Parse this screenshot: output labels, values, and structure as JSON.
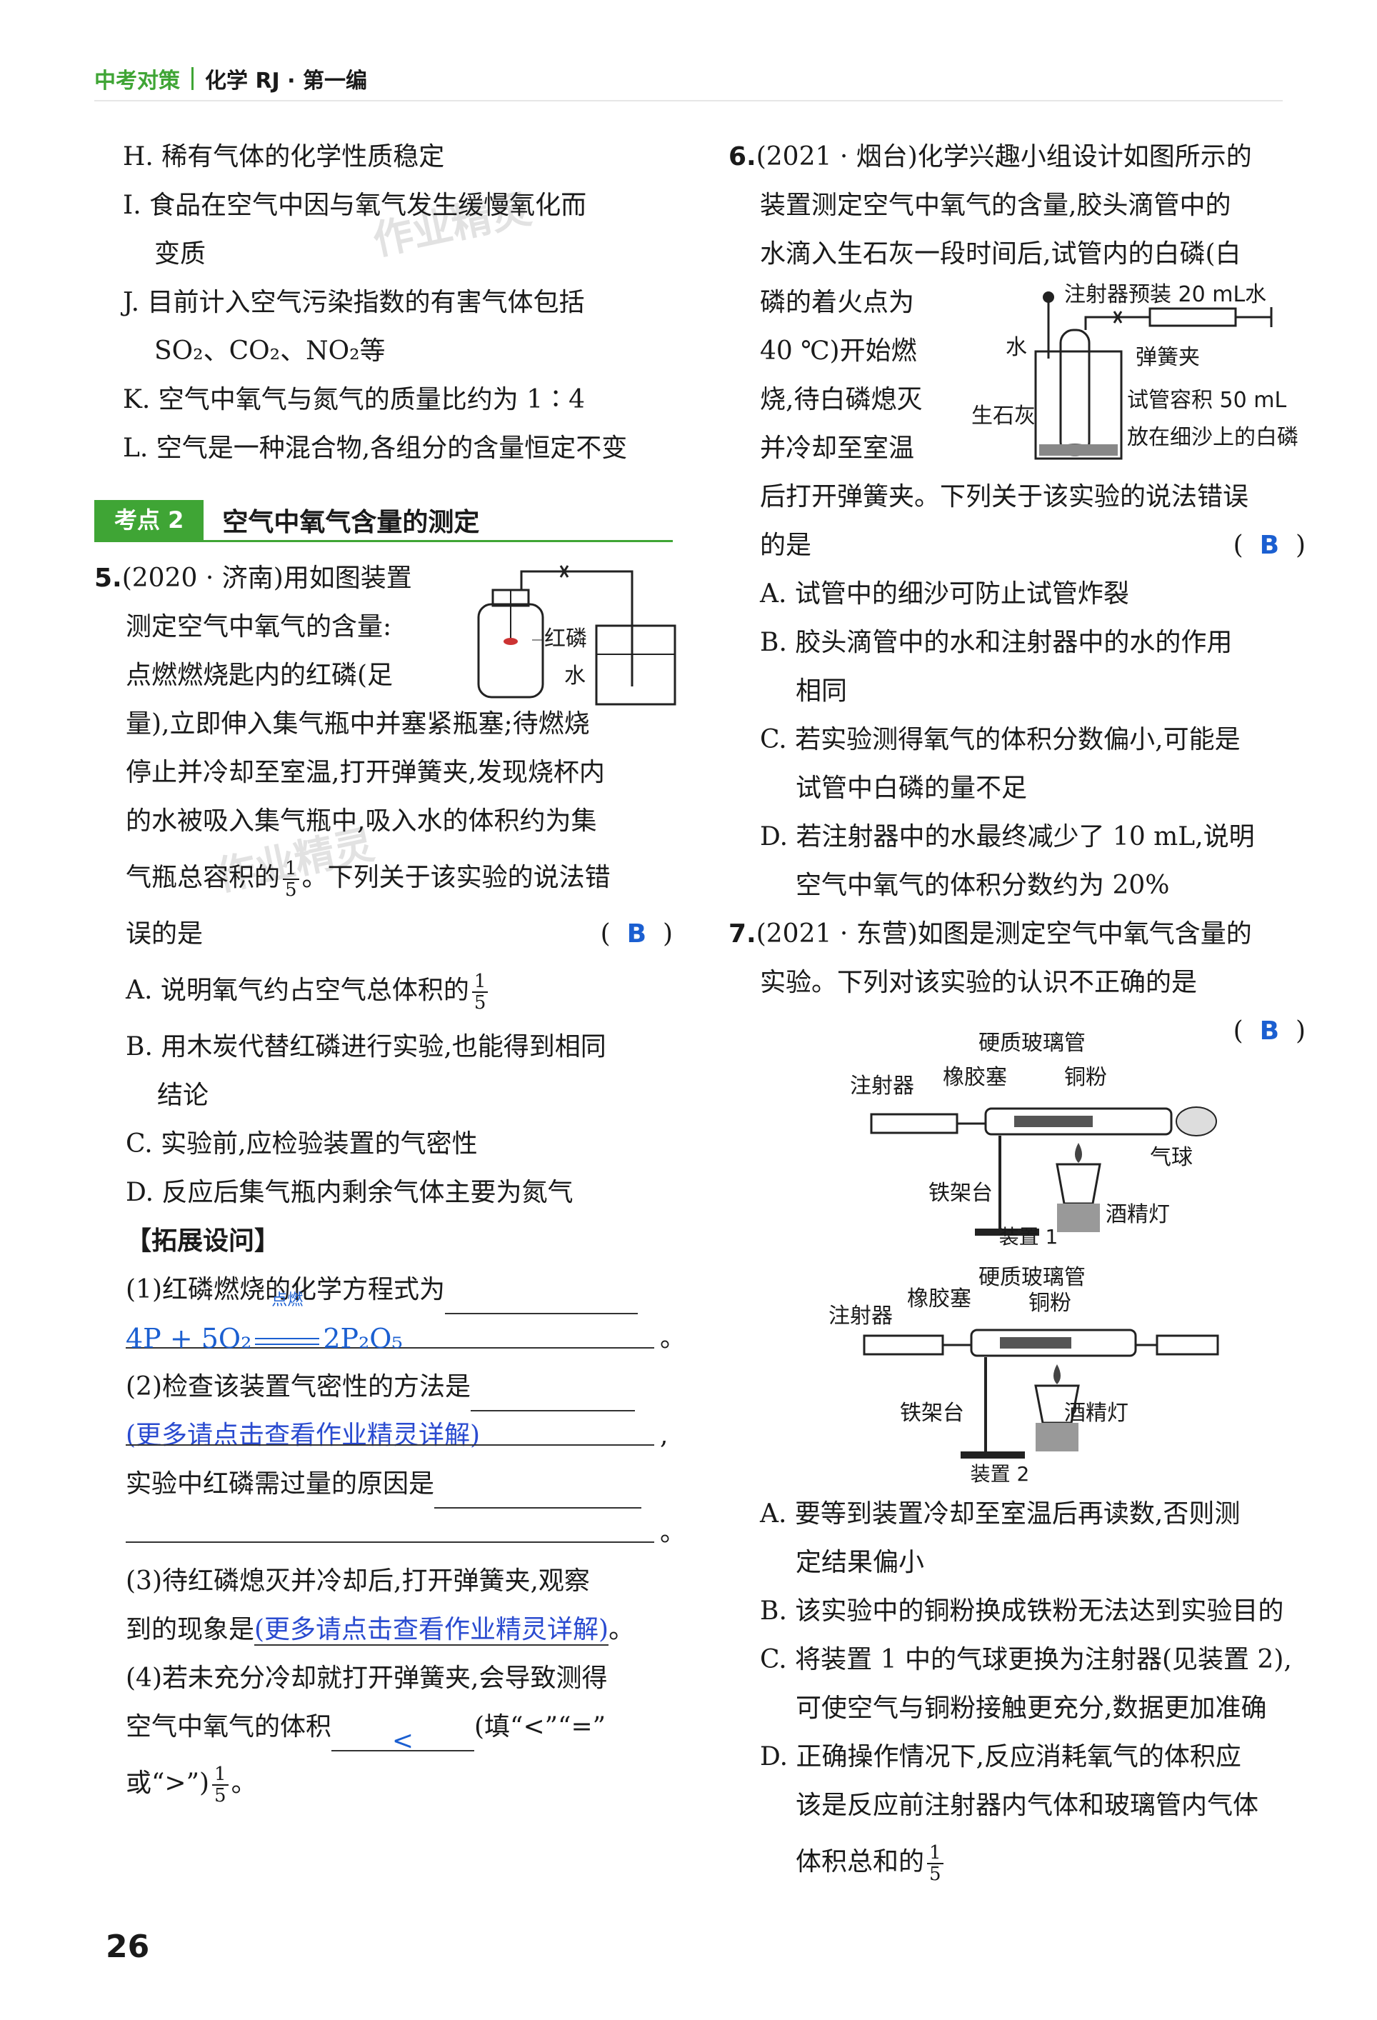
{
  "header": {
    "series": "中考对策",
    "subject": "化学 RJ · 第一编"
  },
  "page_number": "26",
  "watermark": "作业精灵",
  "left_items": {
    "h": "H. 稀有气体的化学性质稳定",
    "i1": "I. 食品在空气中因与氧气发生缓慢氧化而",
    "i2": "变质",
    "j1": "J. 目前计入空气污染指数的有害气体包括",
    "j2": "SO₂、CO₂、NO₂等",
    "k": "K. 空气中氧气与氮气的质量比约为 1∶4",
    "l": "L. 空气是一种混合物,各组分的含量恒定不变"
  },
  "section": {
    "tag": "考点 2",
    "title": "空气中氧气含量的测定"
  },
  "q5": {
    "num": "5.",
    "l1": "(2020 · 济南)用如图装置",
    "l2": "测定空气中氧气的含量:",
    "l3": "点燃燃烧匙内的红磷(足",
    "l4": "量),立即伸入集气瓶中并塞紧瓶塞;待燃烧",
    "l5": "停止并冷却至室温,打开弹簧夹,发现烧杯内",
    "l6": "的水被吸入集气瓶中,吸入水的体积约为集",
    "l7a": "气瓶总容积的",
    "l7b": "。下列关于该实验的说法错",
    "l8": "误的是",
    "answer": "B",
    "fig_red_p": "红磷",
    "fig_water": "水",
    "A": "A. 说明氧气约占空气总体积的",
    "B1": "B. 用木炭代替红磷进行实验,也能得到相同",
    "B2": "结论",
    "C": "C. 实验前,应检验装置的气密性",
    "D": "D. 反应后集气瓶内剩余气体主要为氮气",
    "ext_title": "【拓展设问】",
    "e1": "(1)红磷燃烧的化学方程式为",
    "e1_lhs": "4P + 5O₂",
    "e1_cond": "点燃",
    "e1_rhs": "2P₂O₅",
    "e2": "(2)检查该装置气密性的方法是",
    "more": "(更多请点击查看作业精灵详解)",
    "e2b": "实验中红磷需过量的原因是",
    "e3a": "(3)待红磷熄灭并冷却后,打开弹簧夹,观察",
    "e3b": "到的现象是",
    "e4a": "(4)若未充分冷却就打开弹簧夹,会导致测得",
    "e4b": "空气中氧气的体积",
    "e4_ans": "<",
    "e4c": "(填“<”“=”",
    "e4d": "或“>”)",
    "period": "。",
    "comma": ","
  },
  "fraction": {
    "num": "1",
    "den": "5"
  },
  "q6": {
    "num": "6.",
    "l1": "(2021 · 烟台)化学兴趣小组设计如图所示的",
    "l2": "装置测定空气中氧气的含量,胶头滴管中的",
    "l3": "水滴入生石灰一段时间后,试管内的白磷(白",
    "l4": "磷的着火点为",
    "l5": "40 ℃)开始燃",
    "l6": "烧,待白磷熄灭",
    "l7": "并冷却至室温",
    "l8": "后打开弹簧夹。下列关于该实验的说法错误",
    "l9": "的是",
    "answer": "B",
    "fig_syringe": "注射器预装 20 mL水",
    "fig_water": "水",
    "fig_clip": "弹簧夹",
    "fig_lime": "生石灰",
    "fig_tube": "试管容积 50 mL",
    "fig_phos": "放在细沙上的白磷",
    "A": "A. 试管中的细沙可防止试管炸裂",
    "B1": "B. 胶头滴管中的水和注射器中的水的作用",
    "B2": "相同",
    "C1": "C. 若实验测得氧气的体积分数偏小,可能是",
    "C2": "试管中白磷的量不足",
    "D1": "D. 若注射器中的水最终减少了 10 mL,说明",
    "D2": "空气中氧气的体积分数约为 20%"
  },
  "q7": {
    "num": "7.",
    "l1": "(2021 · 东营)如图是测定空气中氧气含量的",
    "l2": "实验。下列对该实验的认识不正确的是",
    "answer": "B",
    "fig1": {
      "tube": "硬质玻璃管",
      "syringe": "注射器",
      "stopper": "橡胶塞",
      "copper": "铜粉",
      "balloon": "气球",
      "stand": "铁架台",
      "lamp": "酒精灯",
      "caption": "装置 1"
    },
    "fig2": {
      "tube": "硬质玻璃管",
      "syringe": "注射器",
      "stopper": "橡胶塞",
      "copper": "铜粉",
      "stand": "铁架台",
      "lamp": "酒精灯",
      "caption": "装置 2"
    },
    "A1": "A. 要等到装置冷却至室温后再读数,否则测",
    "A2": "定结果偏小",
    "B": "B. 该实验中的铜粉换成铁粉无法达到实验目的",
    "C1": "C. 将装置 1 中的气球更换为注射器(见装置 2),",
    "C2": "可使空气与铜粉接触更充分,数据更加准确",
    "D1": "D. 正确操作情况下,反应消耗氧气的体积应",
    "D2": "该是反应前注射器内气体和玻璃管内气体",
    "D3": "体积总和的"
  },
  "paren_open": "(",
  "paren_close": ")"
}
